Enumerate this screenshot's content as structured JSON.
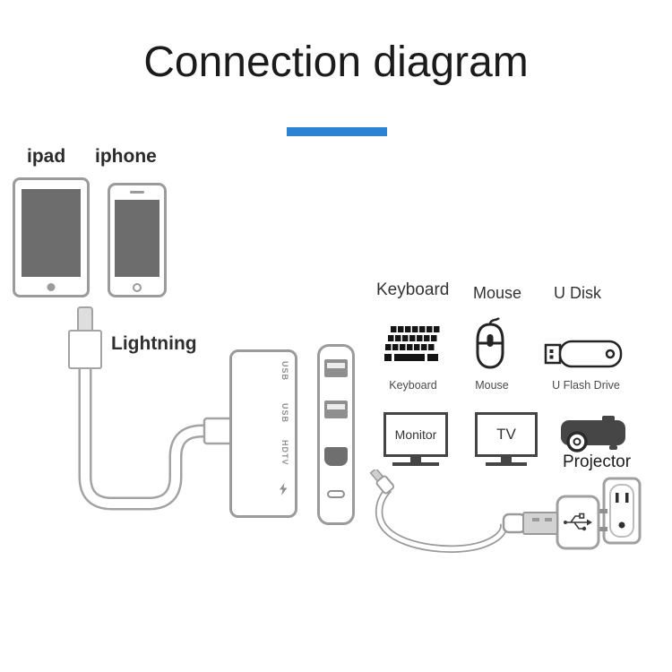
{
  "title": "Connection diagram",
  "colors": {
    "accent": "#2e82d4"
  },
  "source": {
    "ipad_label": "ipad",
    "iphone_label": "iphone",
    "connector_label": "Lightning"
  },
  "hub": {
    "port_labels": [
      "USB",
      "USB",
      "HDTV"
    ]
  },
  "peripherals": {
    "headers": [
      "Keyboard",
      "Mouse",
      "U Disk"
    ],
    "captions": [
      "Keyboard",
      "Mouse",
      "U Flash Drive"
    ],
    "displays": {
      "monitor": "Monitor",
      "tv": "TV",
      "projector": "Projector"
    }
  },
  "icons": {
    "hub_power": "lightning-bolt-icon",
    "keyboard": "keyboard-icon",
    "mouse": "mouse-icon",
    "udisk": "usb-flash-drive-icon",
    "projector": "projector-icon",
    "connector": "lightning-connector-icon",
    "power_chain": "usb-cable-charger-outlet-icon"
  }
}
